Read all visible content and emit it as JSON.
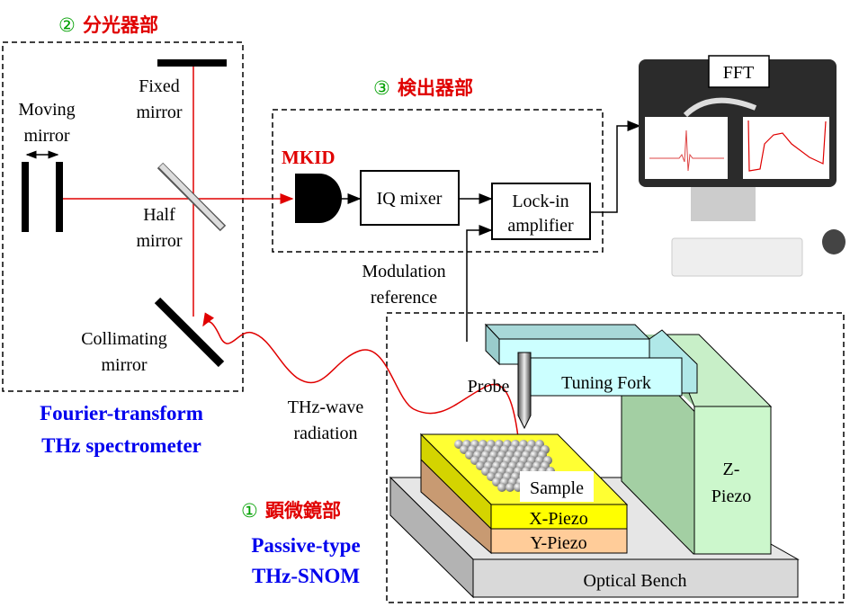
{
  "sections": {
    "spectrometer": {
      "number": "②",
      "title": "分光器部",
      "caption_line1": "Fourier-transform",
      "caption_line2": "THz spectrometer"
    },
    "detector": {
      "number": "③",
      "title": "検出器部"
    },
    "microscope": {
      "number": "①",
      "title": "顕微鏡部",
      "caption_line1": "Passive-type",
      "caption_line2": "THz-SNOM"
    }
  },
  "labels": {
    "fixed_mirror": [
      "Fixed",
      "mirror"
    ],
    "moving_mirror": [
      "Moving",
      "mirror"
    ],
    "half_mirror": [
      "Half",
      "mirror"
    ],
    "collimating_mirror": [
      "Collimating",
      "mirror"
    ],
    "mkid": "MKID",
    "iq_mixer": "IQ mixer",
    "lockin": [
      "Lock-in",
      "amplifier"
    ],
    "modulation": [
      "Modulation",
      "reference"
    ],
    "thz_wave": [
      "THz-wave",
      "radiation"
    ],
    "fft": "FFT",
    "probe": "Probe",
    "tuning_fork": "Tuning Fork",
    "sample": "Sample",
    "x_piezo": "X-Piezo",
    "y_piezo": "Y-Piezo",
    "z_piezo": [
      "Z-",
      "Piezo"
    ],
    "optical_bench": "Optical Bench"
  },
  "colors": {
    "section_title": "#e00000",
    "section_number": "#00a000",
    "caption": "#0000ee",
    "beam": "#e00000"
  }
}
